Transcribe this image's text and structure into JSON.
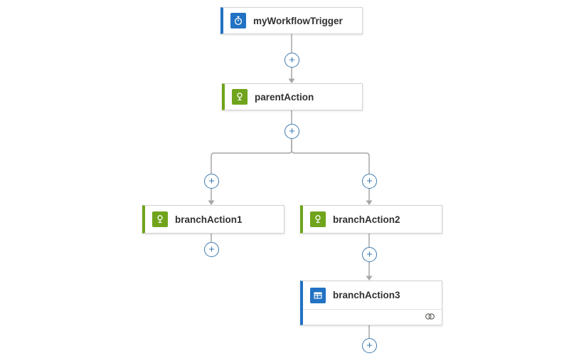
{
  "diagram": {
    "nodes": [
      {
        "id": "trigger",
        "label": "myWorkflowTrigger",
        "type": "trigger",
        "icon": "recurrence-clock-icon",
        "accent": "#2272c3"
      },
      {
        "id": "parentAction",
        "label": "parentAction",
        "type": "action",
        "icon": "builtin-action-icon",
        "accent": "#70a41d"
      },
      {
        "id": "branchAction1",
        "label": "branchAction1",
        "type": "action",
        "icon": "builtin-action-icon",
        "accent": "#70a41d"
      },
      {
        "id": "branchAction2",
        "label": "branchAction2",
        "type": "action",
        "icon": "builtin-action-icon",
        "accent": "#70a41d"
      },
      {
        "id": "branchAction3",
        "label": "branchAction3",
        "type": "action",
        "icon": "table-action-icon",
        "accent": "#2272c3",
        "footer_icon": "connection-icon"
      }
    ],
    "insert_button": {
      "glyph": "+",
      "color": "#3d7ab0"
    },
    "connector_color": "#a6a6a6",
    "card_text_color": "#323130"
  }
}
